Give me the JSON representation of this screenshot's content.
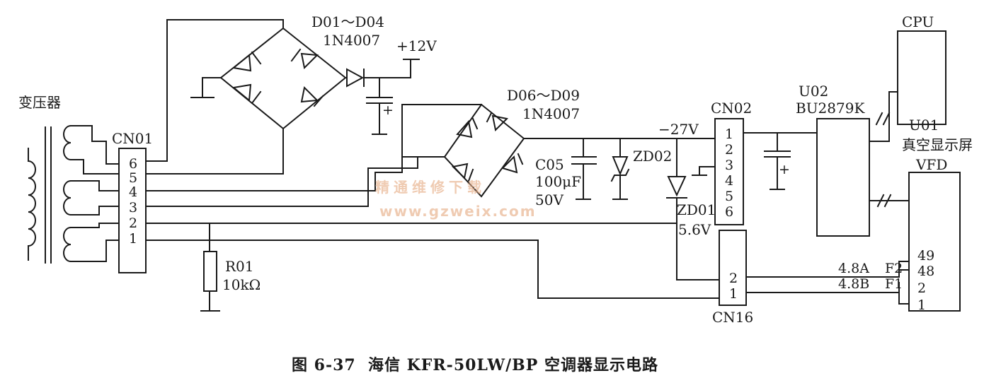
{
  "labels": {
    "transformer": "变压器",
    "cn01": "CN01",
    "cn01_pins": [
      "6",
      "5",
      "4",
      "3",
      "2",
      "1"
    ],
    "d01_d04": "D01～D04",
    "d01_d04_part": "1N4007",
    "plus12v": "+12V",
    "d06_d09": "D06～D09",
    "d06_d09_part": "1N4007",
    "c05": "C05",
    "c05_value": "100μF",
    "c05_voltage": "50V",
    "zd02": "ZD02",
    "zd01": "ZD01",
    "zd01_value": "5.6V",
    "minus27v": "−27V",
    "cn02": "CN02",
    "cn02_pins": [
      "1",
      "2",
      "3",
      "4",
      "5",
      "6"
    ],
    "u02": "U02",
    "u02_part": "BU2879K",
    "cpu": "CPU",
    "u01": "U01",
    "u01_desc": "真空显示屏",
    "vfd": "VFD",
    "vfd_pins": [
      "49",
      "48",
      "2",
      "1"
    ],
    "f2": "F2",
    "f1": "F1",
    "v48a": "4.8A",
    "v48b": "4.8B",
    "cn16": "CN16",
    "cn16_pins": [
      "2",
      "1"
    ],
    "r01": "R01",
    "r01_value": "10kΩ",
    "cap_plus": "+"
  },
  "watermark": {
    "text": "精通维修下载",
    "url": "www.gzweix.com"
  },
  "caption": {
    "figure": "图 6-37",
    "title": "海信 KFR-50LW/BP 空调器显示电路"
  }
}
